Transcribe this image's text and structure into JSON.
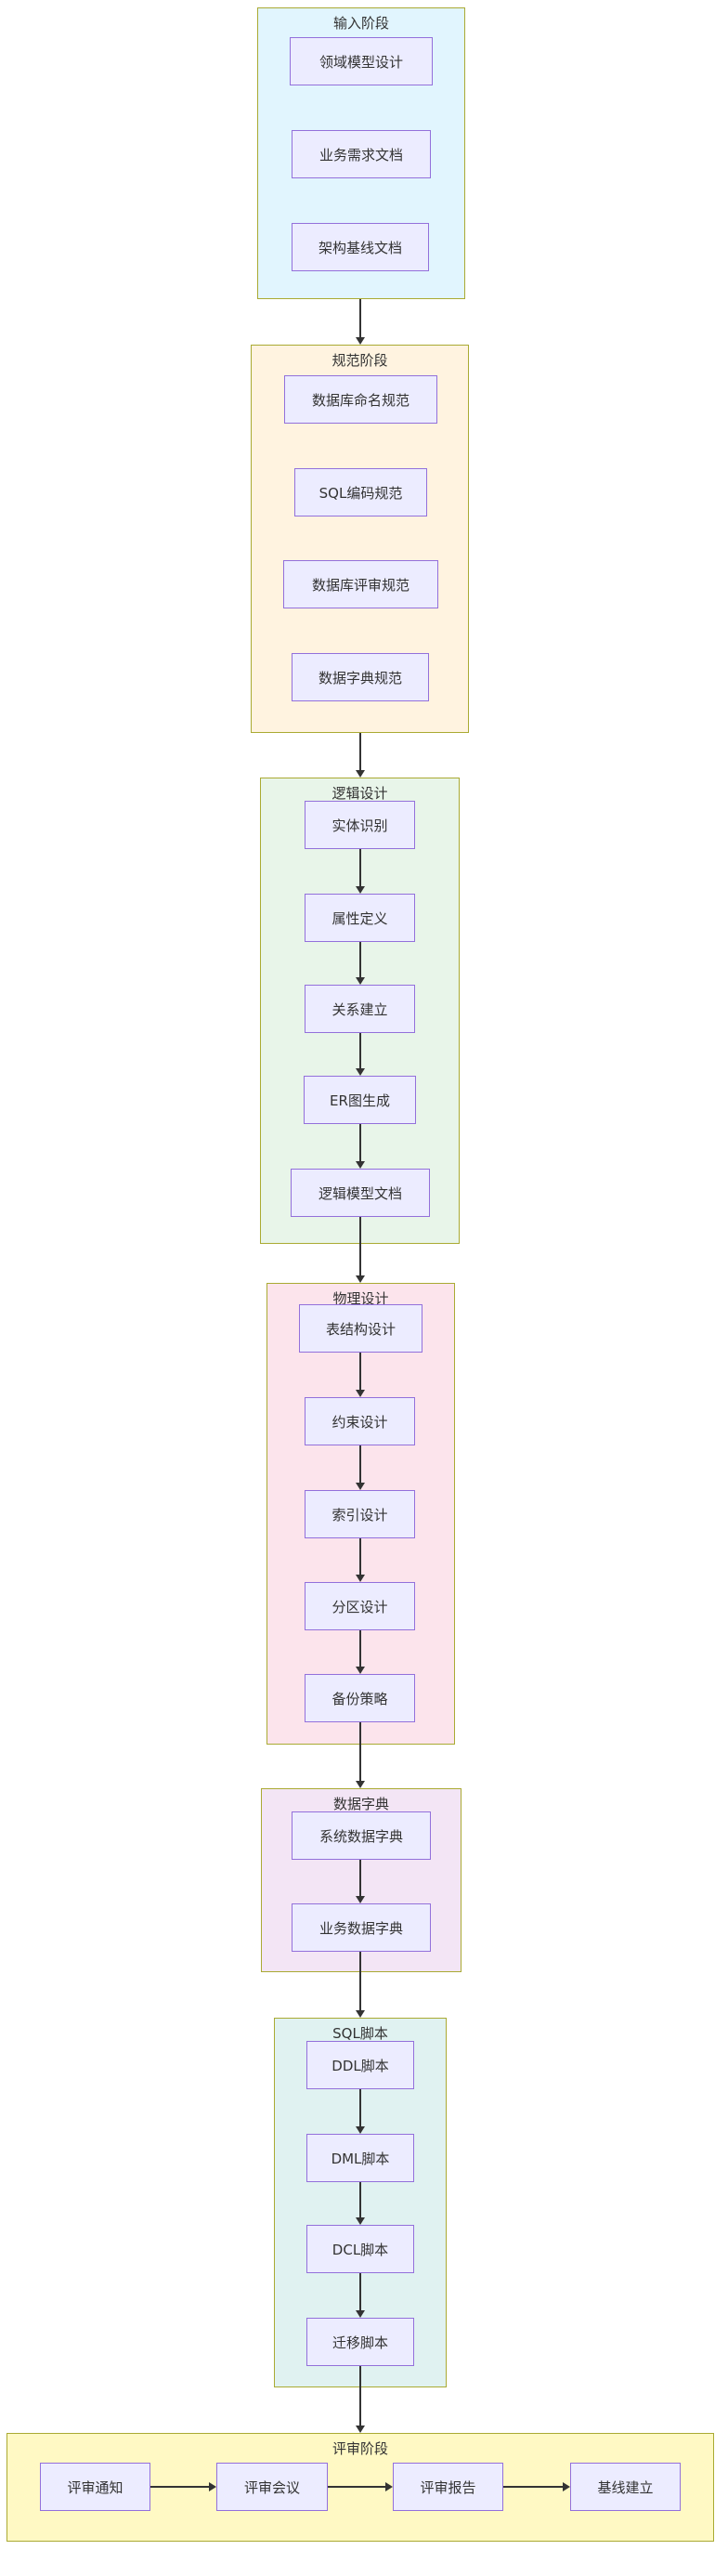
{
  "diagram": {
    "type": "flowchart",
    "direction": "top-to-bottom",
    "colors": {
      "canvas": "#ffffff",
      "node_fill": "#ECECFF",
      "node_border": "#9370DB",
      "group_border": "#aaaa33",
      "edge": "#333333",
      "text": "#333333",
      "input_bg": "#e1f5fe",
      "spec_bg": "#fff3e0",
      "logical_bg": "#e8f5e9",
      "physical_bg": "#fce4ec",
      "dict_bg": "#f3e5f5",
      "sql_bg": "#e0f2f1",
      "review_bg": "#fff9c4"
    },
    "groups": [
      {
        "title": "输入阶段",
        "nodes": [
          {
            "label": "领域模型设计"
          },
          {
            "label": "业务需求文档"
          },
          {
            "label": "架构基线文档"
          }
        ]
      },
      {
        "title": "规范阶段",
        "nodes": [
          {
            "label": "数据库命名规范"
          },
          {
            "label": "SQL编码规范"
          },
          {
            "label": "数据库评审规范"
          },
          {
            "label": "数据字典规范"
          }
        ]
      },
      {
        "title": "逻辑设计",
        "nodes": [
          {
            "label": "实体识别"
          },
          {
            "label": "属性定义"
          },
          {
            "label": "关系建立"
          },
          {
            "label": "ER图生成"
          },
          {
            "label": "逻辑模型文档"
          }
        ]
      },
      {
        "title": "物理设计",
        "nodes": [
          {
            "label": "表结构设计"
          },
          {
            "label": "约束设计"
          },
          {
            "label": "索引设计"
          },
          {
            "label": "分区设计"
          },
          {
            "label": "备份策略"
          }
        ]
      },
      {
        "title": "数据字典",
        "nodes": [
          {
            "label": "系统数据字典"
          },
          {
            "label": "业务数据字典"
          }
        ]
      },
      {
        "title": "SQL脚本",
        "nodes": [
          {
            "label": "DDL脚本"
          },
          {
            "label": "DML脚本"
          },
          {
            "label": "DCL脚本"
          },
          {
            "label": "迁移脚本"
          }
        ]
      },
      {
        "title": "评审阶段",
        "nodes": [
          {
            "label": "评审通知"
          },
          {
            "label": "评审会议"
          },
          {
            "label": "评审报告"
          },
          {
            "label": "基线建立"
          }
        ]
      }
    ],
    "edges": [
      {
        "from": "输入阶段",
        "to": "规范阶段"
      },
      {
        "from": "规范阶段",
        "to": "逻辑设计"
      },
      {
        "from": "实体识别",
        "to": "属性定义"
      },
      {
        "from": "属性定义",
        "to": "关系建立"
      },
      {
        "from": "关系建立",
        "to": "ER图生成"
      },
      {
        "from": "ER图生成",
        "to": "逻辑模型文档"
      },
      {
        "from": "逻辑模型文档",
        "to": "物理设计"
      },
      {
        "from": "表结构设计",
        "to": "约束设计"
      },
      {
        "from": "约束设计",
        "to": "索引设计"
      },
      {
        "from": "索引设计",
        "to": "分区设计"
      },
      {
        "from": "分区设计",
        "to": "备份策略"
      },
      {
        "from": "备份策略",
        "to": "数据字典"
      },
      {
        "from": "系统数据字典",
        "to": "业务数据字典"
      },
      {
        "from": "业务数据字典",
        "to": "SQL脚本"
      },
      {
        "from": "DDL脚本",
        "to": "DML脚本"
      },
      {
        "from": "DML脚本",
        "to": "DCL脚本"
      },
      {
        "from": "DCL脚本",
        "to": "迁移脚本"
      },
      {
        "from": "迁移脚本",
        "to": "评审阶段"
      },
      {
        "from": "评审通知",
        "to": "评审会议"
      },
      {
        "from": "评审会议",
        "to": "评审报告"
      },
      {
        "from": "评审报告",
        "to": "基线建立"
      }
    ]
  }
}
